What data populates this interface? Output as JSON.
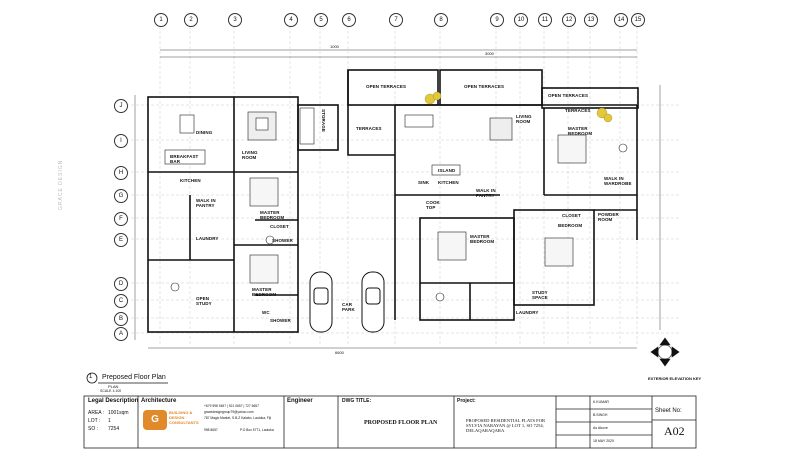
{
  "grid_cols": [
    "1",
    "2",
    "3",
    "4",
    "5",
    "6",
    "7",
    "8",
    "9",
    "10",
    "11",
    "12",
    "13",
    "14",
    "15"
  ],
  "grid_rows": [
    "J",
    "I",
    "H",
    "G",
    "F",
    "E",
    "D",
    "C",
    "B",
    "A"
  ],
  "dimensions": {
    "top_overall": "1000",
    "top_mid": "3000",
    "bottom_overall": "6600"
  },
  "rooms": {
    "dining": "DINING",
    "living_room": "LIVING ROOM",
    "breakfast_bar": "BREAKFAST BAR",
    "kitchen": "KITCHEN",
    "walk_in_pantry": "WALK IN PANTRY",
    "laundry": "LAUNDRY",
    "master_bedroom_1": "MASTER BEDROOM",
    "closet_1": "CLOSET",
    "shower_1": "SHOWER",
    "master_bedroom_2": "MASTER BEDROOM",
    "open_study": "OPEN STUDY",
    "shower_2": "SHOWER",
    "wc": "WC",
    "storage": "STORAGE",
    "terraces_left": "TERRACES",
    "open_terraces_1": "OPEN TERRACES",
    "open_terraces_2": "OPEN TERRACES",
    "open_terraces_3": "OPEN TERRACES",
    "terraces_right": "TERRACES",
    "island": "ISLAND",
    "kitchen_2": "KITCHEN",
    "sink": "SINK",
    "cook_top": "COOK TOP",
    "walk_in_pantry_2": "WALK IN PANTRY",
    "master_bedroom_3": "MASTER BEDROOM",
    "living_room_2": "LIVING ROOM",
    "master_bedroom_4": "MASTER BEDROOM",
    "walk_in_wardrobe": "WALK IN WARDROBE",
    "closet_2": "CLOSET",
    "bedroom": "BEDROOM",
    "powder_room": "POWDER ROOM",
    "study_space": "STUDY SPACE",
    "car_park": "CAR PARK",
    "laundry_2": "LAUNDRY"
  },
  "plan_title": {
    "number": "1",
    "title": "Preposed Floor Plan",
    "sub": "PLAN",
    "scale": "SCALE 1:100"
  },
  "exterior_label": "EXTERIOR ELEVATION KEY",
  "watermark": "GRACE DESIGN",
  "title_block": {
    "legal_heading": "Legal Description",
    "area_label": "AREA :",
    "area_value": "1001sqm",
    "lot_label": "LOT  :",
    "lot_value": "1",
    "so_label": "SO   :",
    "so_value": "7254",
    "architecture_heading": "Architecture",
    "firm_name": "BUILDING & DESIGN CONSULTANTS",
    "contact_lines": [
      "+679 998 9457 | 921 0657 | 727 6657",
      "gracedesigngroup79@yahoo.com",
      "787 Magic Market, S.B.Z Kalabo, Lautoka, Fiji",
      "998 8657",
      "P.O Box 5771, Lautoka"
    ],
    "engineer_heading": "Engineer",
    "dwg_title_label": "DWG TITLE:",
    "dwg_title": "PROPOSED FLOOR PLAN",
    "project_label": "Project:",
    "project_text": "PROPOSED RESIDENTIAL FLATS FOR SYLVIA NARAYAN @ LOT 1, SO 7254, DELAQARAQARA",
    "drawn": "K.KUMAR",
    "checked": "B.SINGH",
    "status": "As Above",
    "date": "18 MAY 2020",
    "sheet_label": "Sheet No:",
    "sheet_no": "A02"
  }
}
